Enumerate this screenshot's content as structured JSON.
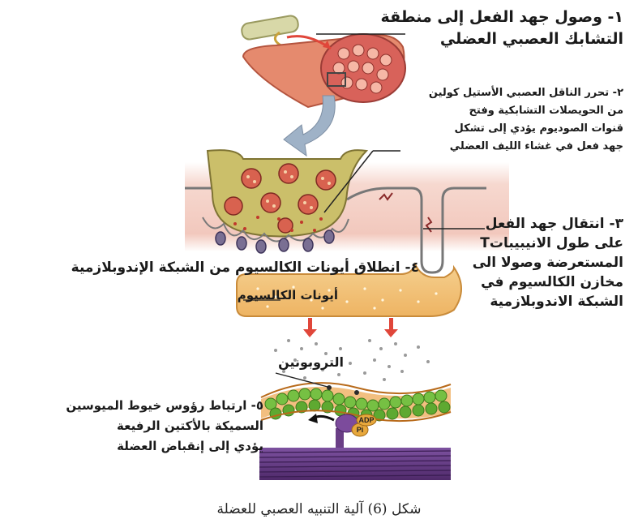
{
  "steps": {
    "step1": {
      "line1": "١- وصول جهد الفعل إلى منطقة",
      "line2": "التشابك العصبي العضلي"
    },
    "step2": {
      "line1": "٢- تحرر الناقل العصبي الأستيل كولين",
      "line2": "من الحويصلات التشابكية وفتح",
      "line3": "قنوات الصوديوم يؤدي إلى تشكل",
      "line4": "جهد فعل في غشاء الليف العضلي"
    },
    "step3": {
      "line1": "٣- انتقال جهد الفعل",
      "line2": "على طول الانيبيباتT",
      "line3": "المستعرضة وصولا الى",
      "line4": "مخازن الكالسيوم في",
      "line5": "الشبكة الاندوبلازمية"
    },
    "step4": {
      "line1": "٤- انطلاق أيونات الكالسيوم من الشبكة الإندوبلازمية"
    },
    "step5": {
      "line1": "٥- ارتباط رؤوس خيوط الميوسين",
      "line2": "السميكة بالأكتين الرفيعة",
      "line3": "يؤدي إلى إنقباض العضلة"
    }
  },
  "labels": {
    "calcium_ions": "أيونات الكالسيوم",
    "troponin": "التروبونين",
    "adp": "ADP",
    "pi": "Pi"
  },
  "caption": "شكل (6) آلية التنبيه العصبي للعضلة",
  "colors": {
    "muscle_pink": "#f6d8cf",
    "vesicle_olive": "#cbbf6a",
    "sarcoplasmic_orange": "#f2c37a",
    "actin_green": "#6fbf3a",
    "myosin_purple": "#6a3e86",
    "arrow_red": "#e0463a",
    "transfer_arrow_gray": "#8fa3ba"
  }
}
